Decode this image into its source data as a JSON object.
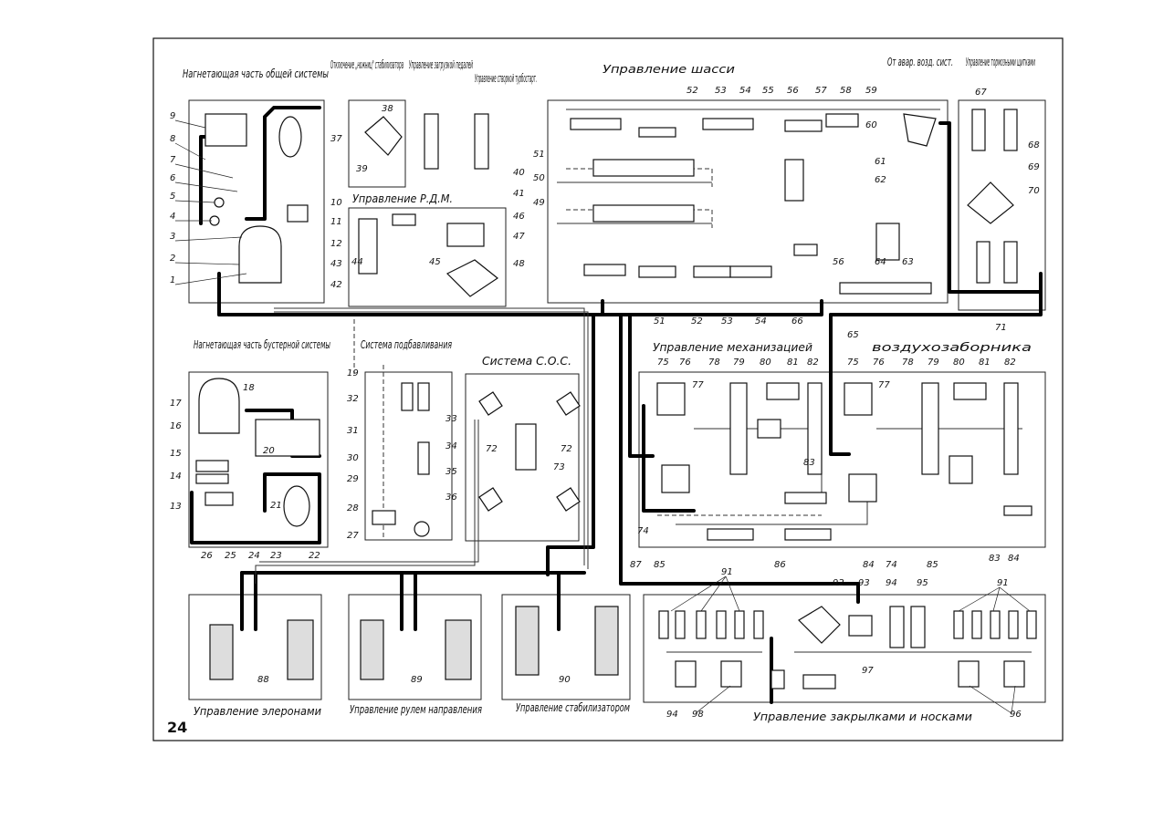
{
  "page_number": "24",
  "sections": {
    "pressure_general": "Нагнетающая часть общей системы",
    "stabilizer_disconnect": "Отключение „ножниц\" стабилизатора",
    "door_pedal_control": "Управление загрузкой педалей",
    "flap_turbostarter": "Управление створкой турбостарт.",
    "chassis_control": "Управление шасси",
    "emergency_air": "От авар. возд. сист.",
    "brake_flaps": "Управление тормозными щитками",
    "rdm_control": "Управление Р.Д.М.",
    "pressure_booster": "Нагнетающая часть бустерной системы",
    "priming_system": "Система подбавливания",
    "sos_system": "Система С.О.С.",
    "mechanization": "Управление механизацией",
    "air_intake": "воздухозаборника",
    "ailerons": "Управление элеронами",
    "rudder": "Управление рулем направления",
    "stabilizer": "Управление стабилизатором",
    "flaps_slats": "Управление закрылками и носками"
  },
  "callouts": {
    "left_general": [
      "9",
      "8",
      "7",
      "6",
      "5",
      "4",
      "3",
      "2",
      "1"
    ],
    "center_general": [
      "37",
      "38",
      "39",
      "10",
      "11",
      "12",
      "43",
      "44",
      "42"
    ],
    "rdm": [
      "45",
      "46",
      "47",
      "48"
    ],
    "pedals": [
      "40",
      "41",
      "49",
      "50",
      "51"
    ],
    "chassis_top": [
      "52",
      "53",
      "54",
      "55",
      "56",
      "57",
      "58",
      "59",
      "60",
      "61",
      "62",
      "63",
      "64"
    ],
    "chassis_bottom": [
      "51",
      "52",
      "53",
      "54",
      "66",
      "56",
      "65"
    ],
    "brakes": [
      "67",
      "68",
      "69",
      "70",
      "71"
    ],
    "booster": [
      "17",
      "16",
      "15",
      "14",
      "13",
      "18",
      "19",
      "20",
      "21",
      "22",
      "23",
      "24",
      "25",
      "26"
    ],
    "priming": [
      "32",
      "31",
      "30",
      "29",
      "28",
      "27",
      "33",
      "34",
      "35",
      "36"
    ],
    "sos": [
      "72",
      "72",
      "73"
    ],
    "mech_left": [
      "75",
      "76",
      "77",
      "78",
      "79",
      "80",
      "81",
      "82",
      "83",
      "74",
      "87",
      "85",
      "86",
      "84"
    ],
    "mech_right": [
      "75",
      "76",
      "77",
      "78",
      "79",
      "80",
      "81",
      "82",
      "83",
      "84",
      "85",
      "74"
    ],
    "controls": [
      "88",
      "89",
      "90"
    ],
    "flaps": [
      "91",
      "91",
      "92",
      "93",
      "94",
      "95",
      "97",
      "94",
      "98",
      "96"
    ]
  }
}
